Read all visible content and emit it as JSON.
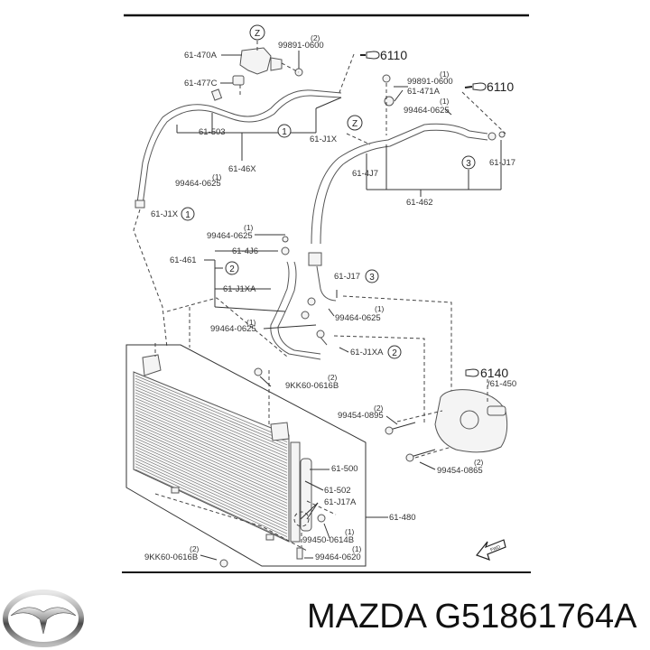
{
  "brand": {
    "name": "MAZDA",
    "part_number": "G51861764A",
    "title": "MAZDA G51861764A",
    "logo": "mazda-logo-icon"
  },
  "diagram": {
    "title": "Air conditioning condenser / refrigerant lines exploded view",
    "orientation_marker": "FWD",
    "callouts": [
      {
        "id": "z1",
        "text": "Z"
      },
      {
        "id": "z2",
        "text": "Z"
      },
      {
        "id": "c1a",
        "text": "1"
      },
      {
        "id": "c1b",
        "text": "1"
      },
      {
        "id": "c2a",
        "text": "2"
      },
      {
        "id": "c2b",
        "text": "2"
      },
      {
        "id": "c3a",
        "text": "3"
      },
      {
        "id": "c3b",
        "text": "3"
      }
    ],
    "references": [
      {
        "text": "6110"
      },
      {
        "text": "6110"
      },
      {
        "text": "6140"
      }
    ],
    "labels": [
      {
        "code": "61-470A"
      },
      {
        "code": "61-477C"
      },
      {
        "code": "99891-0600",
        "qty": "(2)"
      },
      {
        "code": "61-503"
      },
      {
        "code": "61-J1X"
      },
      {
        "code": "61-46X"
      },
      {
        "code": "99464-0625",
        "qty": "(1)"
      },
      {
        "code": "61-J1X"
      },
      {
        "code": "99891-0600",
        "qty": "(1)"
      },
      {
        "code": "61-471A"
      },
      {
        "code": "99464-0625",
        "qty": "(1)"
      },
      {
        "code": "61-4J7"
      },
      {
        "code": "61-J17"
      },
      {
        "code": "61-462"
      },
      {
        "code": "99464-0625",
        "qty": "(1)"
      },
      {
        "code": "61-4J6"
      },
      {
        "code": "61-461"
      },
      {
        "code": "61-J1XA"
      },
      {
        "code": "61-J17"
      },
      {
        "code": "99464-0625",
        "qty": "(1)"
      },
      {
        "code": "99464-0625",
        "qty": "(1)"
      },
      {
        "code": "61-J1XA"
      },
      {
        "code": "9KK60-0616B",
        "qty": "(2)"
      },
      {
        "code": "/61-450"
      },
      {
        "code": "99454-0895",
        "qty": "(2)"
      },
      {
        "code": "99454-0865",
        "qty": "(2)"
      },
      {
        "code": "61-500"
      },
      {
        "code": "61-502"
      },
      {
        "code": "61-J17A"
      },
      {
        "code": "61-480"
      },
      {
        "code": "99450-0614B",
        "qty": "(1)"
      },
      {
        "code": "9KK60-0616B",
        "qty": "(2)"
      },
      {
        "code": "99464-0620",
        "qty": "(1)"
      }
    ]
  }
}
